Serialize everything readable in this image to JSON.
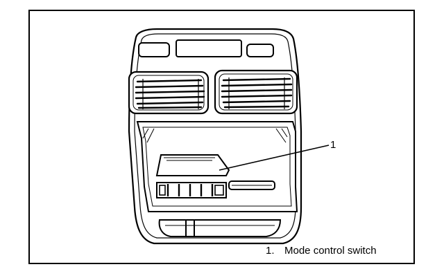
{
  "figure": {
    "callouts": [
      {
        "number": "1"
      }
    ],
    "legend": [
      {
        "number": "1.",
        "label": "Mode control switch"
      }
    ]
  }
}
